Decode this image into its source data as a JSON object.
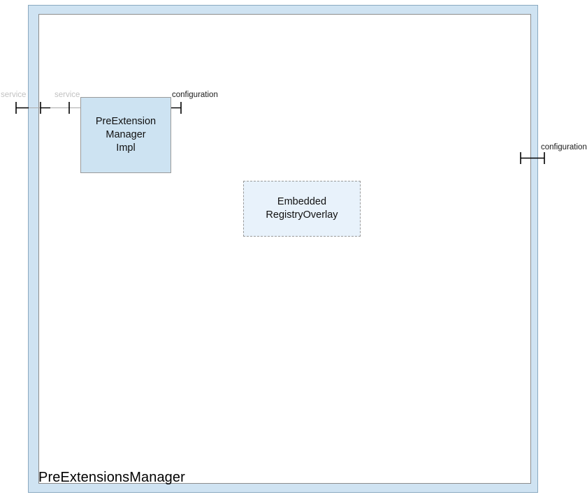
{
  "diagram": {
    "type": "uml-component-diagram",
    "title": "PreExtensionsManager",
    "frame": {
      "name": "component-frame",
      "band_color": "#cfe3f2",
      "band_border_color": "#8aa9c0",
      "body_color": "#ffffff",
      "body_border_color": "#8c8c8c"
    },
    "nodes": [
      {
        "id": "pre-extension-manager-impl",
        "label": "PreExtension\nManager\nImpl",
        "lines": [
          "PreExtension",
          "Manager",
          "Impl"
        ],
        "style": "solid",
        "fill": "#cde3f2",
        "stroke": "#9a9a9a"
      },
      {
        "id": "embedded-registry-overlay",
        "label": "Embedded\nRegistryOverlay",
        "lines": [
          "Embedded",
          "RegistryOverlay"
        ],
        "style": "dashed",
        "fill": "#e8f2fb",
        "stroke": "#9a9a9a"
      }
    ],
    "ports": [
      {
        "id": "service-outer",
        "label": "service",
        "kind": "required-interface",
        "emphasis": "faded",
        "color": "#c2c2c2",
        "location": "frame-left-border"
      },
      {
        "id": "service-inner",
        "label": "service",
        "kind": "required-interface",
        "emphasis": "faded",
        "color": "#c2c2c2",
        "location": "connector-midpoint"
      },
      {
        "id": "configuration-impl",
        "label": "configuration",
        "kind": "required-interface",
        "emphasis": "dark",
        "color": "#1a1a1a",
        "location": "pre-extension-manager-impl-right"
      },
      {
        "id": "configuration-right",
        "label": "configuration",
        "kind": "required-interface",
        "emphasis": "dark",
        "color": "#1a1a1a",
        "location": "frame-right-border"
      }
    ],
    "connectors": [
      {
        "id": "service-connector",
        "from": "frame-left-border",
        "to": "pre-extension-manager-impl-left",
        "stroke": "#a9a9a9"
      }
    ]
  }
}
